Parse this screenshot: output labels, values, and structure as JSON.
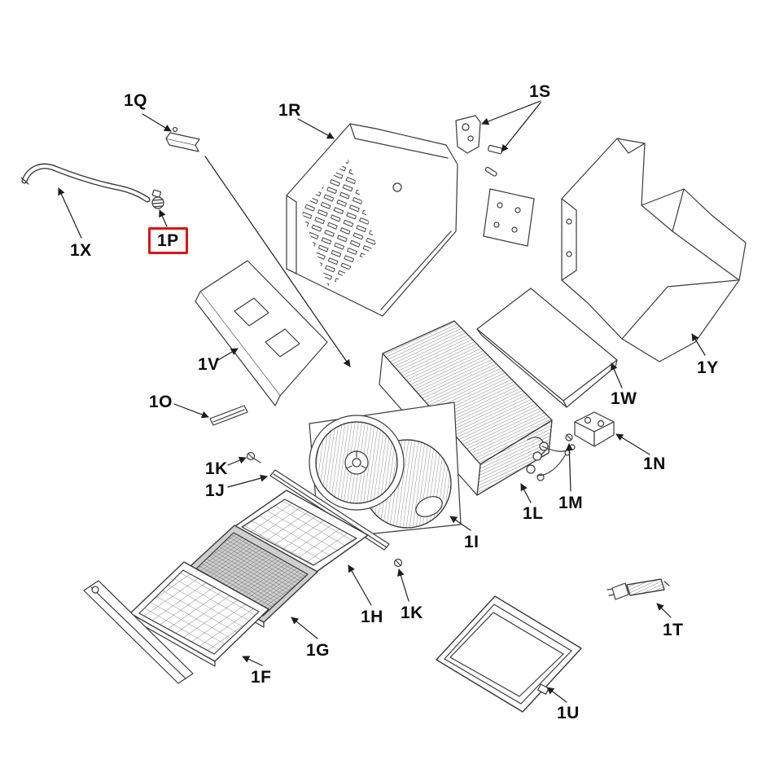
{
  "diagram": {
    "type": "exploded-parts-diagram",
    "background": "#ffffff",
    "line_color": "#3a3a3a",
    "label_color": "#0d0d0d",
    "highlight_color": "#e31212",
    "highlighted_label": "1P",
    "labels": [
      {
        "text": "1Q",
        "highlighted": false
      },
      {
        "text": "1R",
        "highlighted": false
      },
      {
        "text": "1S",
        "highlighted": false
      },
      {
        "text": "1X",
        "highlighted": false
      },
      {
        "text": "1P",
        "highlighted": true
      },
      {
        "text": "1V",
        "highlighted": false
      },
      {
        "text": "1Y",
        "highlighted": false
      },
      {
        "text": "1O",
        "highlighted": false
      },
      {
        "text": "1W",
        "highlighted": false
      },
      {
        "text": "1K",
        "highlighted": false
      },
      {
        "text": "1J",
        "highlighted": false
      },
      {
        "text": "1N",
        "highlighted": false
      },
      {
        "text": "1L",
        "highlighted": false
      },
      {
        "text": "1M",
        "highlighted": false
      },
      {
        "text": "1I",
        "highlighted": false
      },
      {
        "text": "1H",
        "highlighted": false
      },
      {
        "text": "1K",
        "highlighted": false
      },
      {
        "text": "1G",
        "highlighted": false
      },
      {
        "text": "1F",
        "highlighted": false
      },
      {
        "text": "1U",
        "highlighted": false
      },
      {
        "text": "1T",
        "highlighted": false
      }
    ]
  }
}
